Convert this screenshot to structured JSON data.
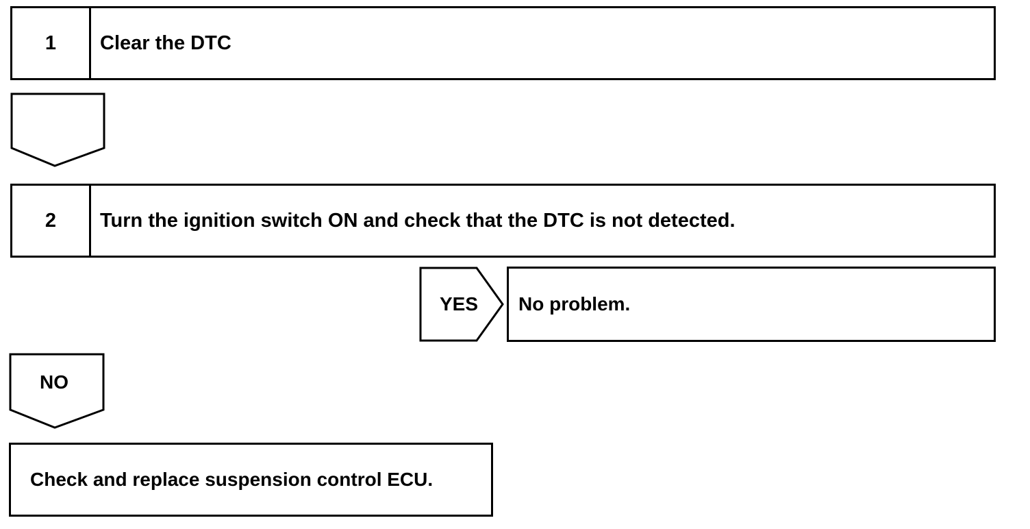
{
  "steps": [
    {
      "number": "1",
      "text": "Clear the DTC"
    },
    {
      "number": "2",
      "text": "Turn the ignition switch ON and check that the DTC is not detected."
    }
  ],
  "branches": {
    "yes_label": "YES",
    "yes_result": "No problem.",
    "no_label": "NO",
    "no_result": "Check and replace suspension control ECU."
  }
}
